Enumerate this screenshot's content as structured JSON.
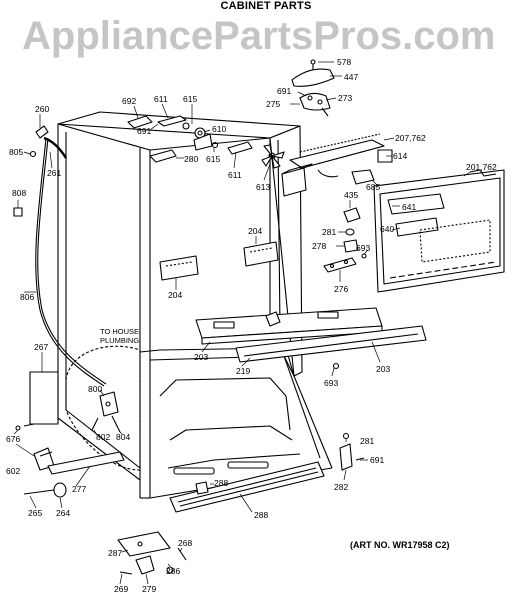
{
  "header": {
    "title": "CABINET PARTS"
  },
  "watermark": {
    "text": "AppliancePartsPros.com"
  },
  "footer": {
    "art_number": "(ART NO. WR17958 C2)"
  },
  "annotations": {
    "to_house_line1": "TO HOUSE",
    "to_house_line2": "PLUMBING"
  },
  "callouts": [
    {
      "id": "c578",
      "text": "578"
    },
    {
      "id": "c447",
      "text": "447"
    },
    {
      "id": "c691a",
      "text": "691"
    },
    {
      "id": "c273",
      "text": "273"
    },
    {
      "id": "c275",
      "text": "275"
    },
    {
      "id": "c692",
      "text": "692"
    },
    {
      "id": "c611a",
      "text": "611"
    },
    {
      "id": "c615a",
      "text": "615"
    },
    {
      "id": "c691b",
      "text": "691"
    },
    {
      "id": "c610",
      "text": "610"
    },
    {
      "id": "c615b",
      "text": "615"
    },
    {
      "id": "c280",
      "text": "280"
    },
    {
      "id": "c611b",
      "text": "611"
    },
    {
      "id": "c613",
      "text": "613"
    },
    {
      "id": "c207",
      "text": "207,762"
    },
    {
      "id": "c614",
      "text": "614"
    },
    {
      "id": "c685",
      "text": "685"
    },
    {
      "id": "c201",
      "text": "201,762"
    },
    {
      "id": "c260",
      "text": "260"
    },
    {
      "id": "c805",
      "text": "805"
    },
    {
      "id": "c261",
      "text": "261"
    },
    {
      "id": "c808",
      "text": "808"
    },
    {
      "id": "c435",
      "text": "435"
    },
    {
      "id": "c641",
      "text": "641"
    },
    {
      "id": "c640",
      "text": "640"
    },
    {
      "id": "c281a",
      "text": "281"
    },
    {
      "id": "c278",
      "text": "278"
    },
    {
      "id": "c693a",
      "text": "693"
    },
    {
      "id": "c204a",
      "text": "204"
    },
    {
      "id": "c276",
      "text": "276"
    },
    {
      "id": "c204b",
      "text": "204"
    },
    {
      "id": "c806",
      "text": "806"
    },
    {
      "id": "c203a",
      "text": "203"
    },
    {
      "id": "c219",
      "text": "219"
    },
    {
      "id": "c203b",
      "text": "203"
    },
    {
      "id": "c693b",
      "text": "693"
    },
    {
      "id": "c267",
      "text": "267"
    },
    {
      "id": "c800",
      "text": "800"
    },
    {
      "id": "c802",
      "text": "802"
    },
    {
      "id": "c804",
      "text": "804"
    },
    {
      "id": "c676",
      "text": "676"
    },
    {
      "id": "c602",
      "text": "602"
    },
    {
      "id": "c281b",
      "text": "281"
    },
    {
      "id": "c691c",
      "text": "691"
    },
    {
      "id": "c282",
      "text": "282"
    },
    {
      "id": "c277",
      "text": "277"
    },
    {
      "id": "c288a",
      "text": "288"
    },
    {
      "id": "c265",
      "text": "265"
    },
    {
      "id": "c264",
      "text": "264"
    },
    {
      "id": "c288b",
      "text": "288"
    },
    {
      "id": "c287",
      "text": "287"
    },
    {
      "id": "c268",
      "text": "268"
    },
    {
      "id": "c286",
      "text": "286"
    },
    {
      "id": "c269",
      "text": "269"
    },
    {
      "id": "c279",
      "text": "279"
    }
  ]
}
